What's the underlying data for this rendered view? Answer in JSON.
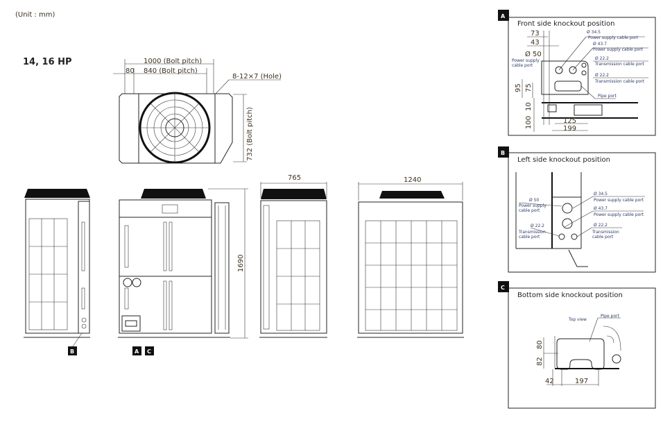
{
  "unit_note": "(Unit : mm)",
  "model": "14, 16 HP",
  "top_view": {
    "bolt_pitch_outer": "1000 (Bolt pitch)",
    "offset": "80",
    "bolt_pitch_inner": "840 (Bolt pitch)",
    "hole": "8-12×7 (Hole)",
    "bolt_pitch_depth": "732 (Bolt pitch)"
  },
  "elevation": {
    "height": "1690",
    "depth": "765",
    "width": "1240"
  },
  "badges": {
    "a": "A",
    "b": "B",
    "c": "C"
  },
  "inset_a": {
    "badge": "A",
    "title": "Front side knockout position",
    "dim_73": "73",
    "dim_43": "43",
    "d50": "Ø 50",
    "d50_label_1": "Power supply",
    "d50_label_2": "cable port",
    "d345": "Ø 34.5",
    "d345_label": "Power supply cable port",
    "d437": "Ø 43.7",
    "d437_label": "Power supply cable port",
    "d222a": "Ø 22.2",
    "d222a_label": "Transmission cable port",
    "d222b": "Ø 22.2",
    "d222b_label": "Transmission cable port",
    "pipe": "Pipe port",
    "dim_95": "95",
    "dim_75": "75",
    "dim_10": "10",
    "dim_100": "100",
    "dim_125": "125",
    "dim_199": "199"
  },
  "inset_b": {
    "badge": "B",
    "title": "Left side knockout position",
    "d50": "Ø 50",
    "d50_label_1": "Power supply",
    "d50_label_2": "cable port",
    "d345": "Ø 34.5",
    "d345_label": "Power supply cable port",
    "d437": "Ø 43.7",
    "d437_label": "Power supply cable port",
    "d222a": "Ø 22.2",
    "d222a_label_1": "Transmission",
    "d222a_label_2": "cable port",
    "d222b": "Ø 22.2",
    "d222b_label_1": "Transmission",
    "d222b_label_2": "cable port"
  },
  "inset_c": {
    "badge": "C",
    "title": "Bottom side knockout position",
    "top_view": "Top view",
    "pipe": "Pipe port",
    "dim_80": "80",
    "dim_82": "82",
    "dim_42": "42",
    "dim_197": "197"
  }
}
